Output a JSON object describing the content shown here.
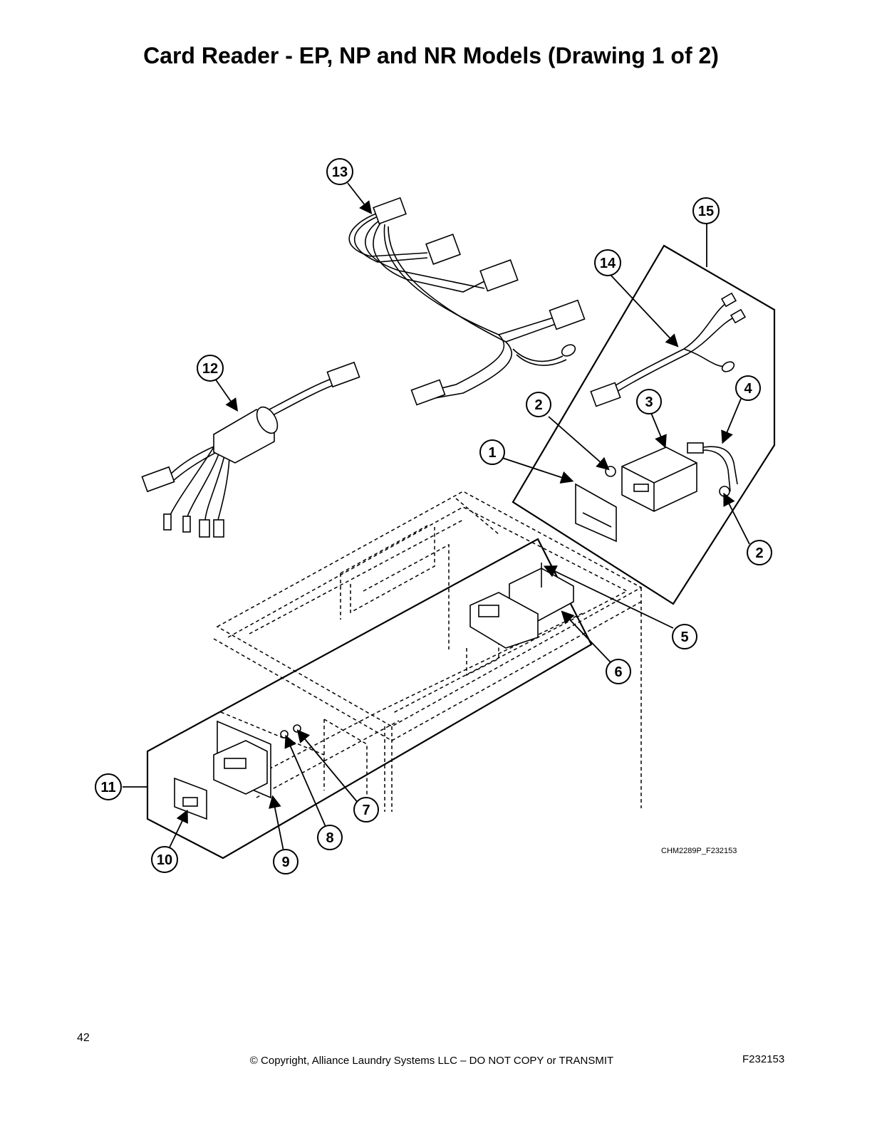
{
  "title": "Card Reader - EP, NP and NR Models (Drawing 1 of 2)",
  "drawing_id": "CHM2289P_F232153",
  "footer": {
    "page_number": "42",
    "copyright": "© Copyright, Alliance Laundry Systems LLC – DO NOT COPY or TRANSMIT",
    "code": "F232153"
  },
  "callouts": [
    "1",
    "2",
    "2",
    "3",
    "4",
    "5",
    "6",
    "7",
    "8",
    "9",
    "10",
    "11",
    "12",
    "13",
    "14",
    "15"
  ]
}
